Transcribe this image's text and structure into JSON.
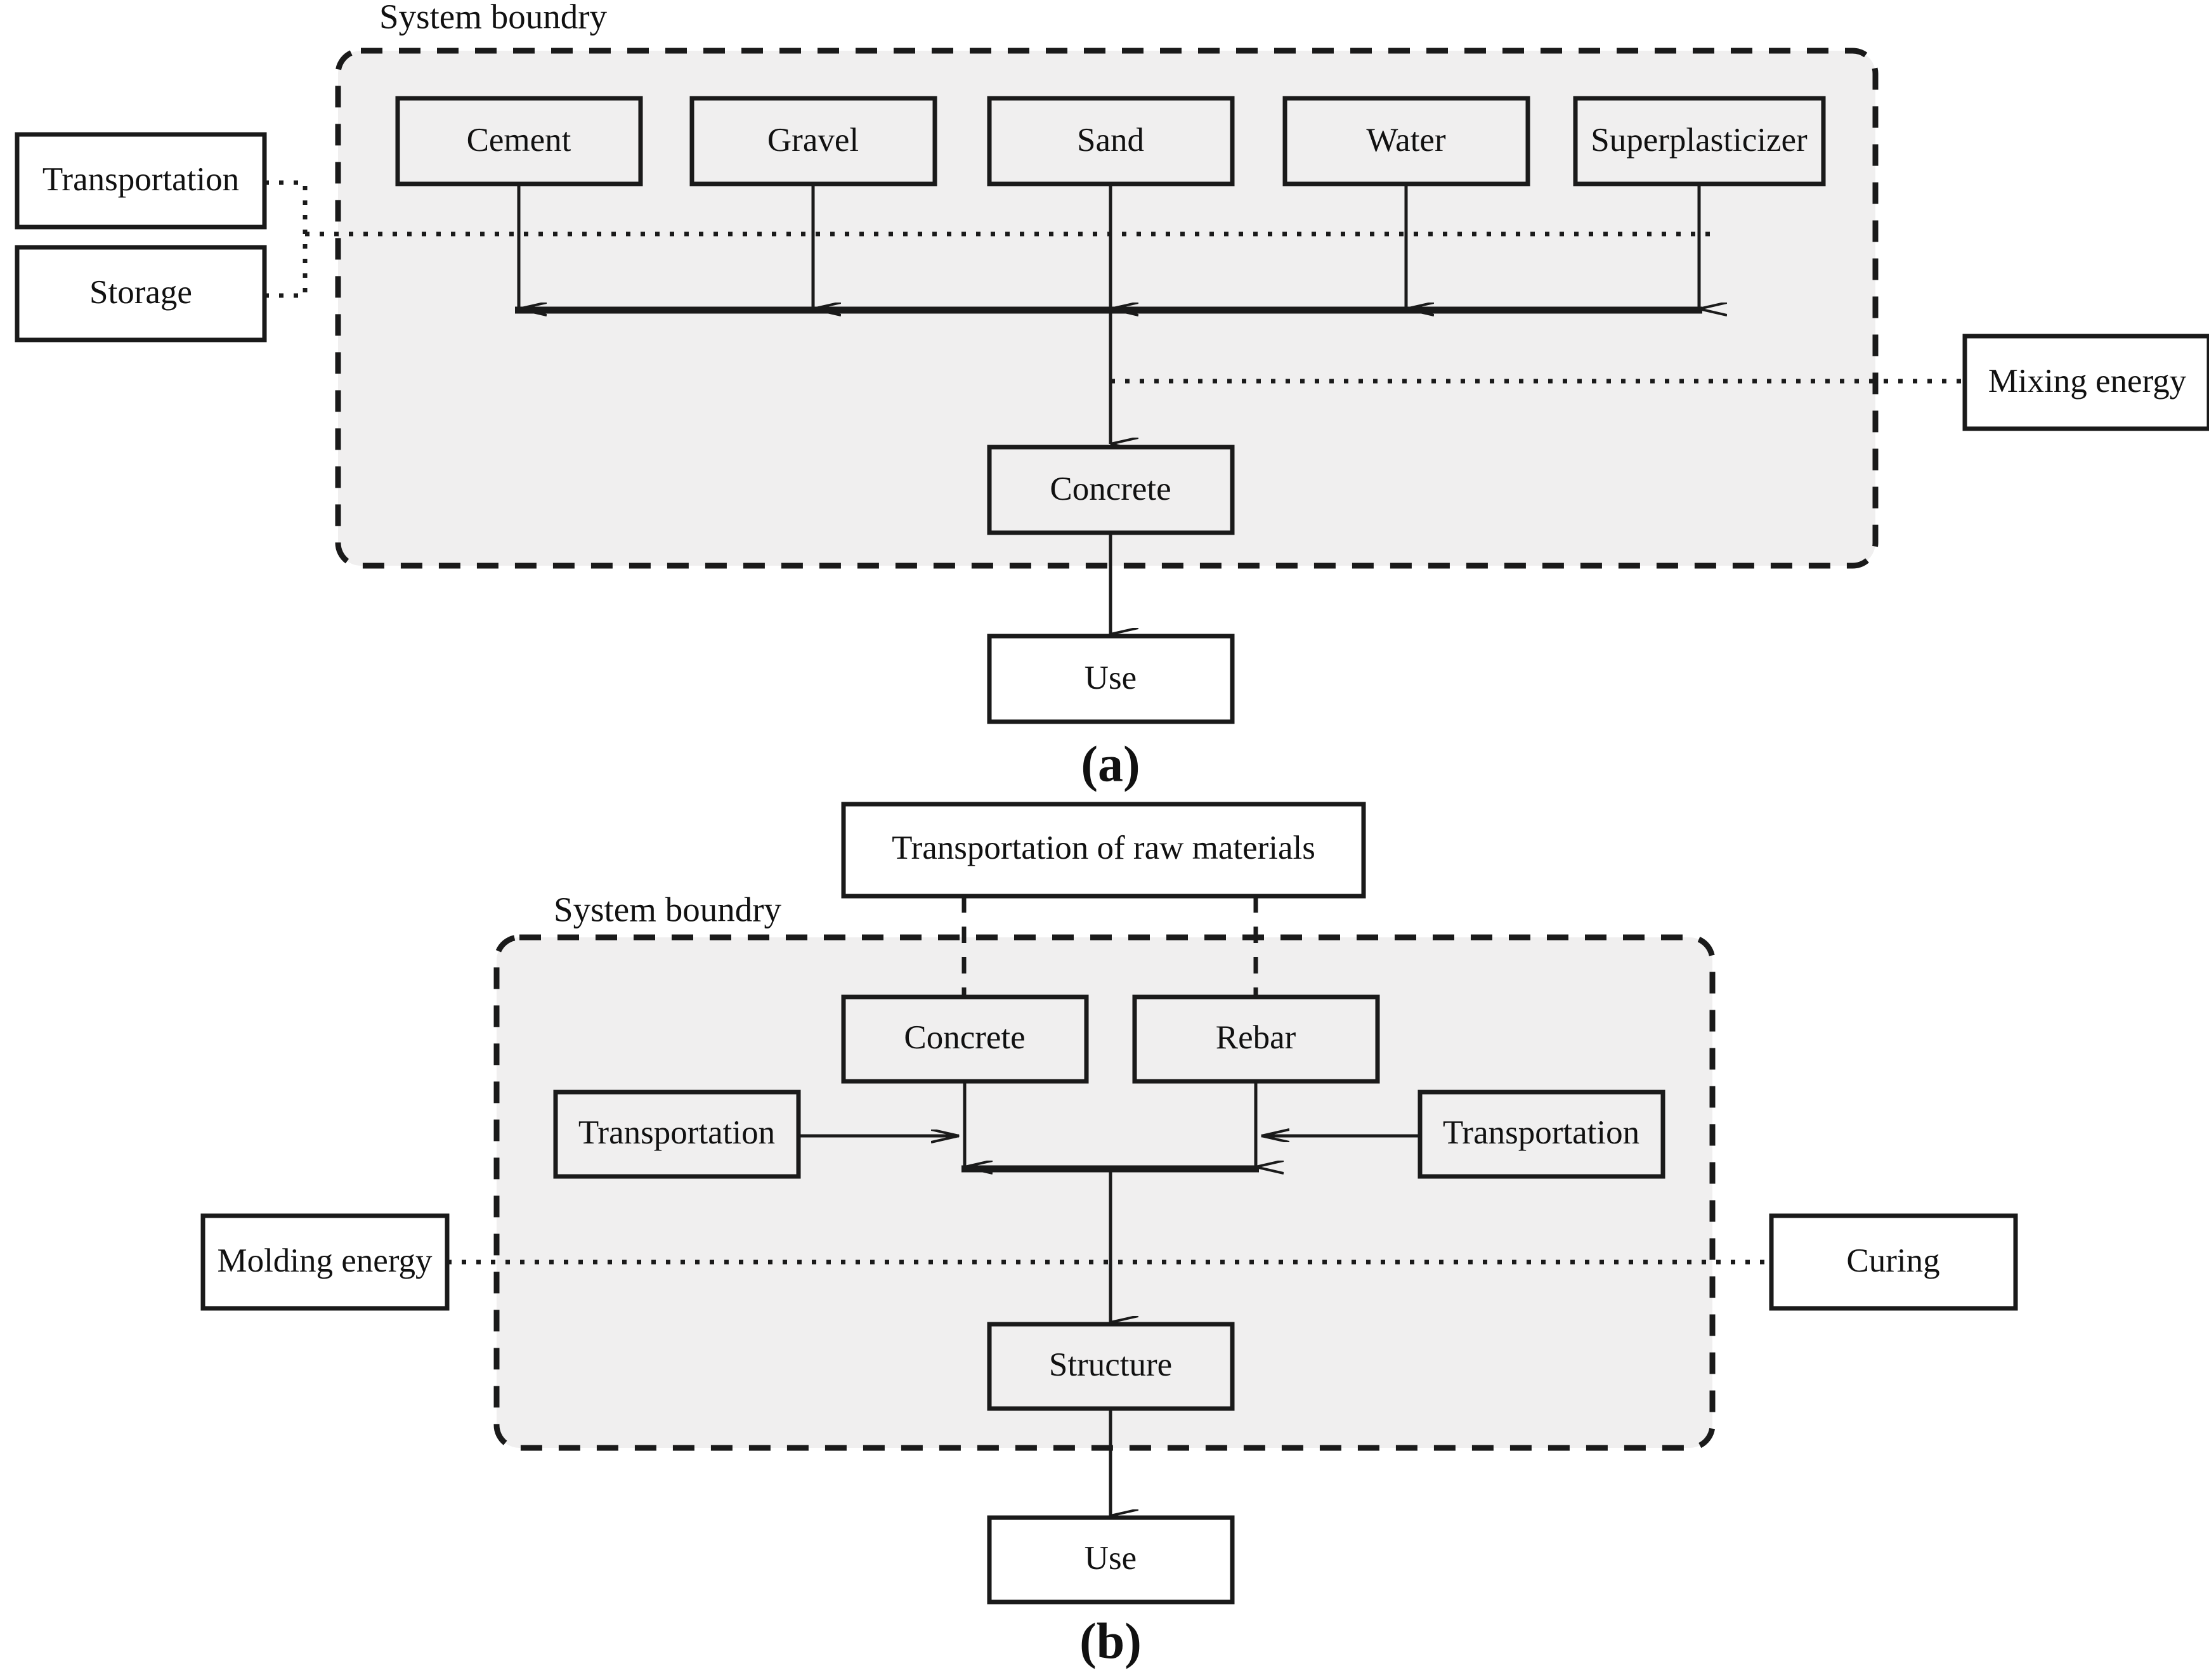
{
  "figure": {
    "panel_a": {
      "caption": "(a)",
      "boundary_label": "System boundry",
      "external_left": [
        {
          "id": "transportation",
          "label": "Transportation"
        },
        {
          "id": "storage",
          "label": "Storage"
        }
      ],
      "external_right": [
        {
          "id": "mixing-energy",
          "label": "Mixing energy"
        }
      ],
      "materials": [
        {
          "id": "cement",
          "label": "Cement"
        },
        {
          "id": "gravel",
          "label": "Gravel"
        },
        {
          "id": "sand",
          "label": "Sand"
        },
        {
          "id": "water",
          "label": "Water"
        },
        {
          "id": "superplasticizer",
          "label": "Superplasticizer"
        }
      ],
      "product": {
        "id": "concrete",
        "label": "Concrete"
      },
      "outcome": {
        "id": "use",
        "label": "Use"
      }
    },
    "panel_b": {
      "caption": "(b)",
      "boundary_label": "System boundry",
      "top_input": {
        "id": "transportation-raw-materials",
        "label": "Transportation of raw materials"
      },
      "inputs": [
        {
          "id": "concrete",
          "label": "Concrete"
        },
        {
          "id": "rebar",
          "label": "Rebar"
        }
      ],
      "side_inputs": [
        {
          "id": "transportation-left",
          "label": "Transportation"
        },
        {
          "id": "transportation-right",
          "label": "Transportation"
        }
      ],
      "external_left": [
        {
          "id": "molding-energy",
          "label": "Molding energy"
        }
      ],
      "external_right": [
        {
          "id": "curing",
          "label": "Curing"
        }
      ],
      "product": {
        "id": "structure",
        "label": "Structure"
      },
      "outcome": {
        "id": "use",
        "label": "Use"
      }
    }
  },
  "colors": {
    "boundary_fill": "#f0efef",
    "stroke": "#1a1a1a",
    "box_fill": "#ffffff",
    "page_background": "#ffffff"
  }
}
